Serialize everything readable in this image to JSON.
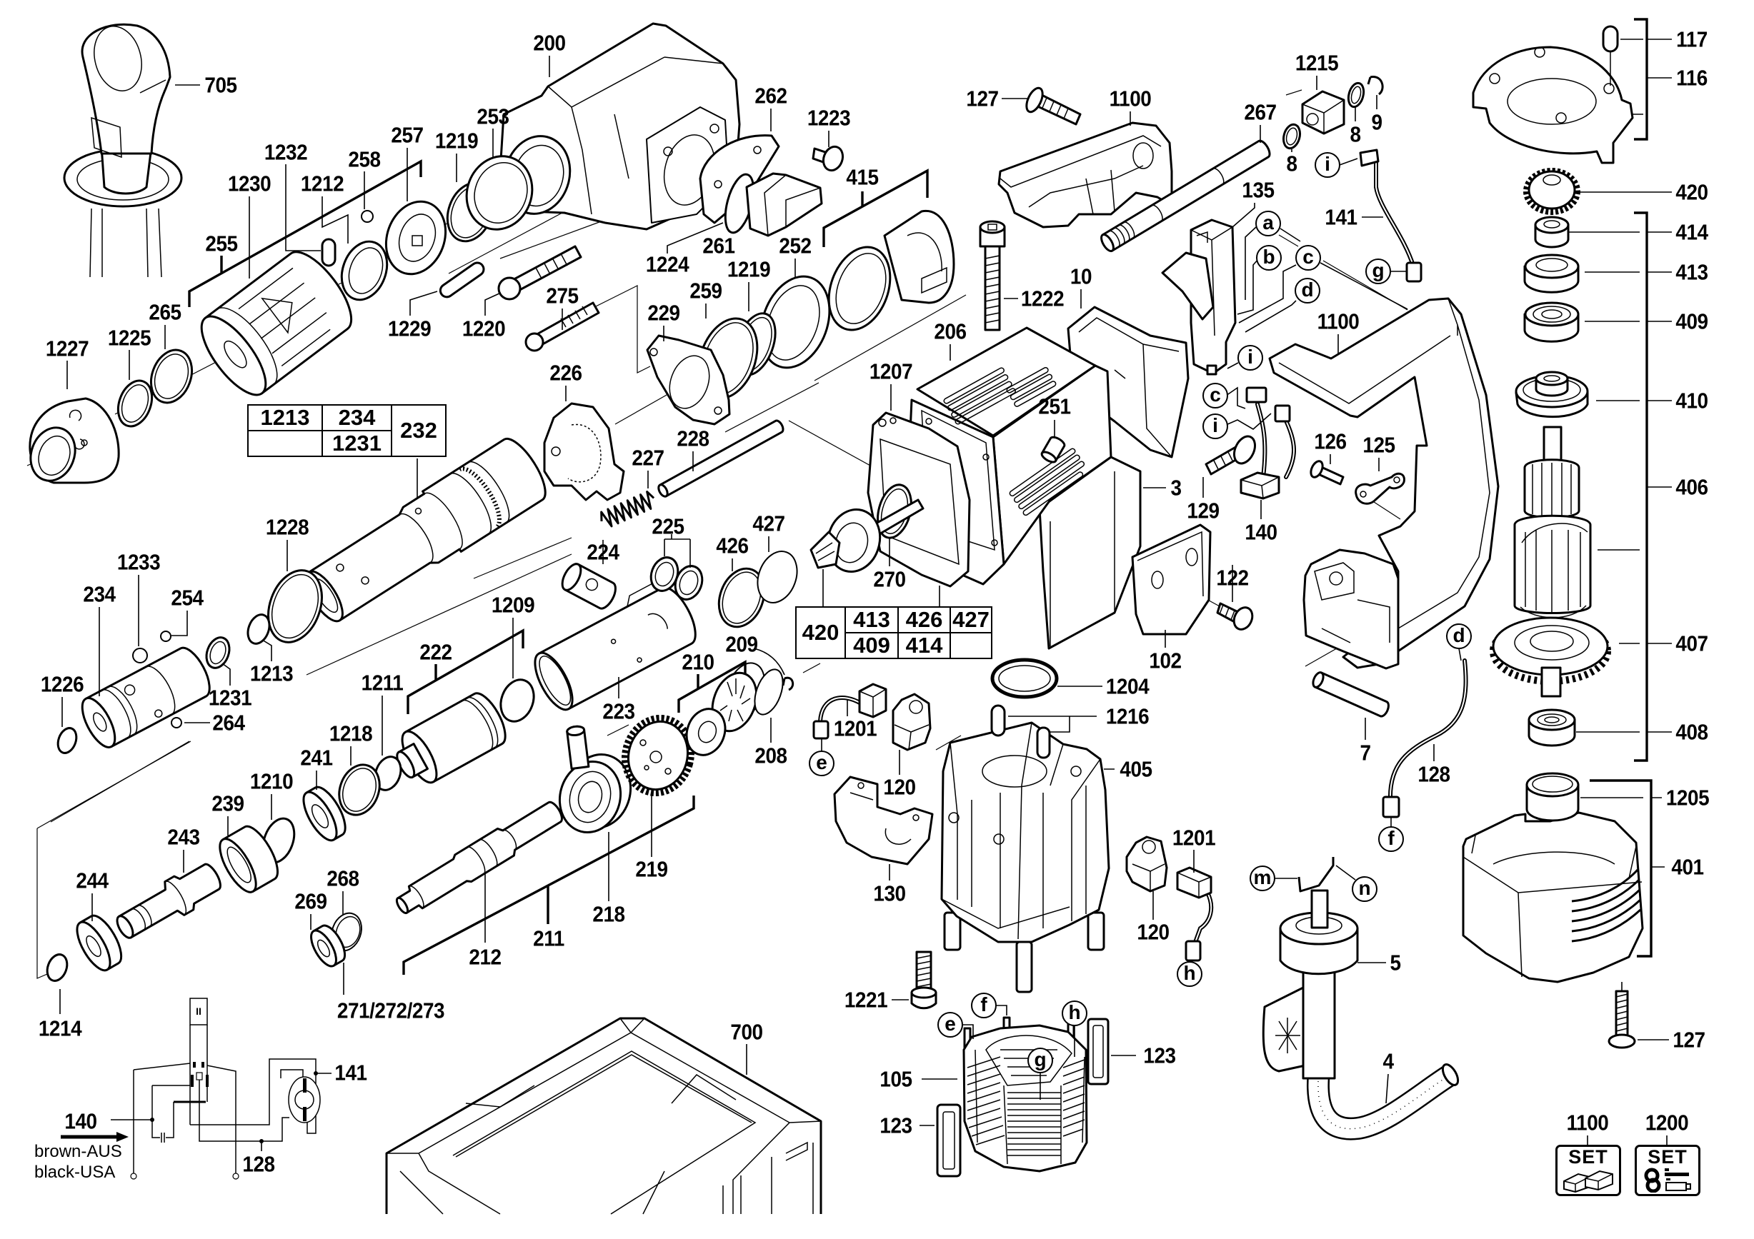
{
  "callouts": [
    "705",
    "200",
    "1232",
    "258",
    "257",
    "1219",
    "253",
    "1230",
    "1212",
    "255",
    "265",
    "1225",
    "1227",
    "1229",
    "1220",
    "275",
    "262",
    "1223",
    "415",
    "261",
    "252",
    "1224",
    "1219",
    "259",
    "229",
    "226",
    "228",
    "227",
    "1228",
    "1233",
    "234",
    "254",
    "1226",
    "1213",
    "1231",
    "264",
    "1209",
    "222",
    "1211",
    "1218",
    "241",
    "1210",
    "239",
    "243",
    "244",
    "268",
    "269",
    "212",
    "211",
    "218",
    "219",
    "271/272/273",
    "1214",
    "224",
    "225",
    "426",
    "427",
    "223",
    "210",
    "209",
    "208",
    "1201",
    "120",
    "130",
    "1207",
    "206",
    "251",
    "270",
    "1222",
    "127",
    "1100",
    "267",
    "1215",
    "8",
    "9",
    "8",
    "135",
    "141",
    "10",
    "1100",
    "126",
    "125",
    "3",
    "129",
    "140",
    "122",
    "102",
    "1204",
    "1216",
    "405",
    "1201",
    "120",
    "1221",
    "123",
    "105",
    "123",
    "700",
    "5",
    "4",
    "7",
    "128",
    "117",
    "116",
    "420",
    "414",
    "413",
    "409",
    "410",
    "406",
    "407",
    "408",
    "1205",
    "401",
    "127"
  ],
  "wire_markers": [
    "i",
    "a",
    "b",
    "c",
    "g",
    "d",
    "i",
    "c",
    "i",
    "e",
    "h",
    "f",
    "h",
    "e",
    "g",
    "d",
    "f",
    "m",
    "n"
  ],
  "part_tables": [
    {
      "merged": "232",
      "rows": [
        [
          "1213",
          "234"
        ],
        [
          "",
          "1231"
        ]
      ]
    },
    {
      "merged": "420",
      "rows": [
        [
          "413",
          "426",
          "427"
        ],
        [
          "409",
          "414",
          ""
        ]
      ]
    }
  ],
  "wiring_diagram": {
    "callouts": [
      "140",
      "128",
      "141"
    ],
    "wire_color_note": [
      "brown-AUS",
      "black-USA"
    ],
    "switch_symbol": "II"
  },
  "service_sets": [
    {
      "number": "1100",
      "badge": "SET"
    },
    {
      "number": "1200",
      "badge": "SET"
    }
  ]
}
